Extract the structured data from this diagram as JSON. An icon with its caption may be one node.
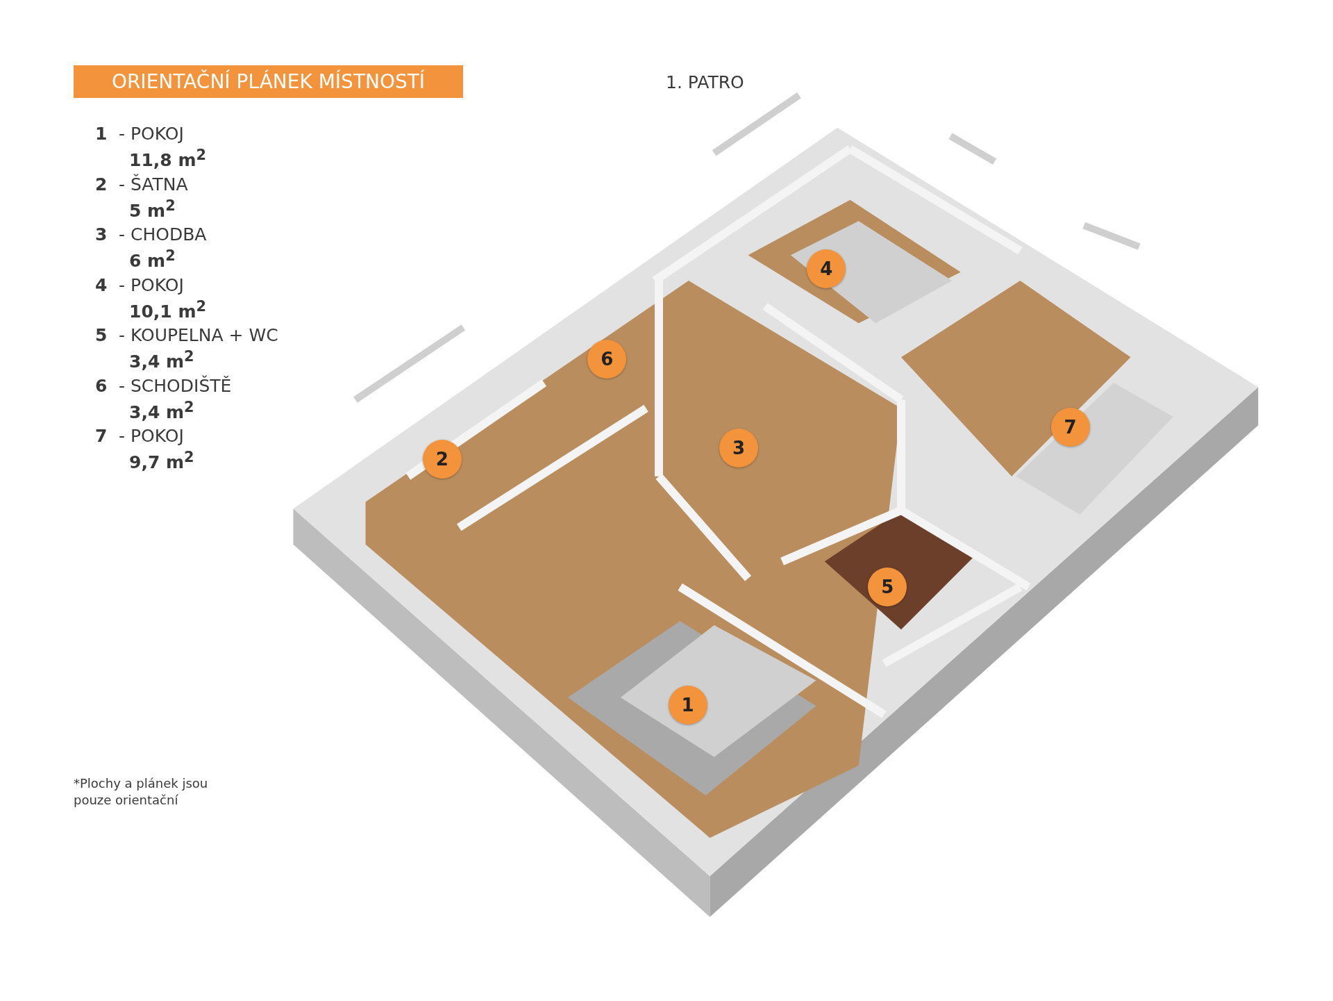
{
  "diagram": {
    "title": "ORIENTAČNÍ PLÁNEK MÍSTNOSTÍ",
    "nodes": [
      {
        "text": [
          "4"
        ]
      },
      {
        "text": [
          "6"
        ]
      },
      {
        "text": [
          "7"
        ]
      },
      {
        "text": [
          "3"
        ]
      },
      {
        "text": [
          "2"
        ]
      },
      {
        "text": [
          "5"
        ]
      },
      {
        "text": [
          "1"
        ]
      }
    ],
    "labels": [
      "1. PATRO",
      "1",
      "- POKOJ",
      "11,8 m$^{2}$",
      "2",
      "- ŠATNA",
      "5 m$^{2}$",
      "3",
      "- CHODBA",
      "6 m$^{2}$",
      "4",
      "- POKOJ",
      "10,1 m$^{2}$",
      "5",
      "- KOUPELNA + WC",
      "3,4 m$^{2}$",
      "6",
      "- SCHODIŠTĚ",
      "3,4 m$^{2}$",
      "7",
      "- POKOJ",
      "9,7 m$^{2}$",
      "*Plochy  a plánek jsou pouze orientační"
    ]
  }
}
